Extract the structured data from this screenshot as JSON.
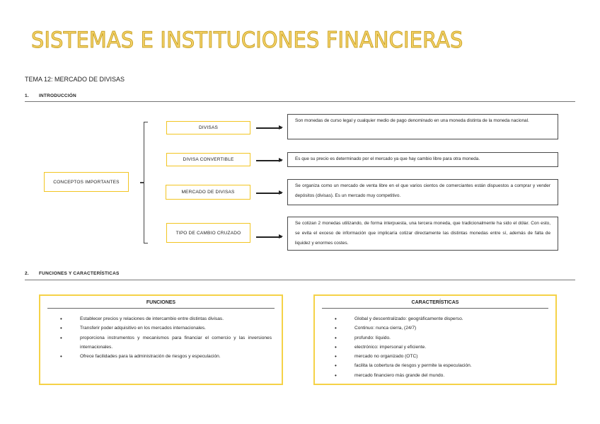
{
  "document": {
    "title": "SISTEMAS E INSTITUCIONES FINANCIERAS",
    "subtitle": "TEMA 12: MERCADO DE DIVISAS",
    "accent_color": "#f2c522"
  },
  "sections": [
    {
      "number": "1.",
      "heading": "INTRODUCCIÓN"
    },
    {
      "number": "2.",
      "heading": "FUNCIONES Y CARACTERÍSTICAS"
    }
  ],
  "concept_map": {
    "root": "CONCEPTOS IMPORTANTES",
    "concepts": [
      {
        "label": "DIVISAS",
        "definition": "Son monedas de curso legal y cualquier medio de pago denominado en una moneda distinta de la moneda nacional."
      },
      {
        "label": "DIVISA CONVERTIBLE",
        "definition": "Es que su precio es determinado por el mercado ya que hay cambio libre para otra moneda."
      },
      {
        "label": "MERCADO DE DIVISAS",
        "definition": "Se organiza como un mercado de venta libre en el que varios cientos de comerciantes están dispuestos a comprar y vender depósitos (divisas). Es un mercado muy competitivo."
      },
      {
        "label": "TIPO DE CAMBIO CRUZADO",
        "definition": "Se cotizan 2 monedas utilizando, de forma interpuesta, una tercera moneda, que tradicionalmente ha sido el dólar. Con esto, se evita el exceso de información que implicaría cotizar directamente las distintas monedas entre sí, además de falta de liquidez y enormes costes."
      }
    ]
  },
  "funciones": {
    "title": "FUNCIONES",
    "items": [
      "Establecer precios y relaciones de intercambio entre distintas divisas.",
      "Transferir poder adquisitivo en los mercados internacionales.",
      "proporciona instrumentos y mecanismos para financiar el comercio y las inversiones internacionales.",
      "Ofrece facilidades para la administración de riesgos y especulación."
    ]
  },
  "caracteristicas": {
    "title": "CARACTERÍSTICAS",
    "items": [
      "Global y descentralizado: geográficamente disperso.",
      "Continuo: nunca cierra, (24/7)",
      "profundo: líquido.",
      "electrónico: impersonal y eficiente.",
      "mercado no organizado (OTC)",
      "facilita la cobertura de riesgos y permite la especulación.",
      "mercado financiero más grande del mundo."
    ]
  }
}
